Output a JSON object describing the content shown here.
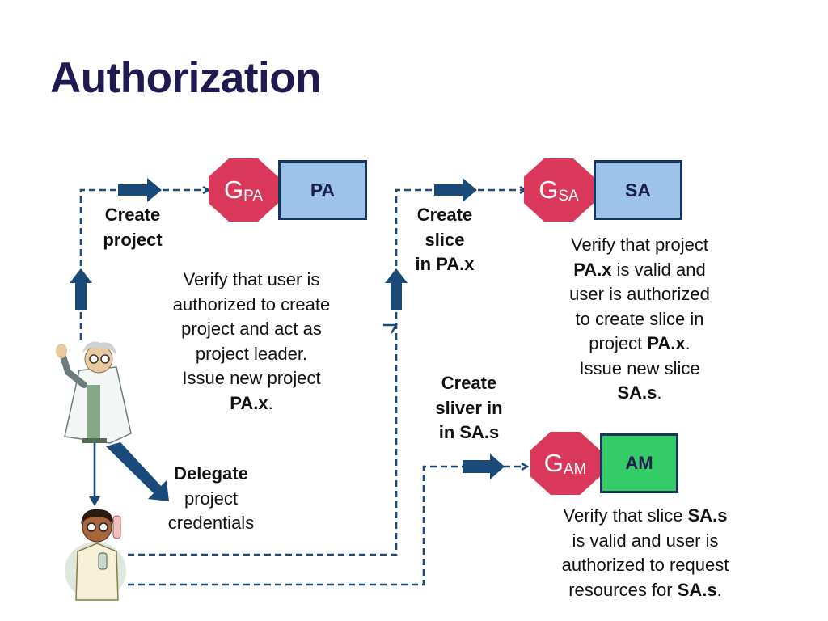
{
  "title": "Authorization",
  "authorities": {
    "pa": {
      "g": "G",
      "sub": "PA",
      "label": "PA",
      "color": "#9dc3ea"
    },
    "sa": {
      "g": "G",
      "sub": "SA",
      "label": "SA",
      "color": "#9dc3ea"
    },
    "am": {
      "g": "G",
      "sub": "AM",
      "label": "AM",
      "color": "#33cc66"
    }
  },
  "actions": {
    "create_project": [
      "Create",
      "project"
    ],
    "create_slice": [
      "Create",
      "slice",
      "in PA.x"
    ],
    "create_sliver": [
      "Create",
      "sliver in",
      "in SA.s"
    ],
    "delegate": {
      "bold": "Delegate",
      "rest": [
        "project",
        "credentials"
      ]
    }
  },
  "notes": {
    "pa": {
      "lines": [
        "Verify that user is",
        "authorized to create",
        "project and act as",
        "project leader.",
        "Issue new project"
      ],
      "last_bold": "PA.x",
      "last_tail": "."
    },
    "sa": {
      "l1": "Verify that project",
      "l2_bold": "PA.x",
      "l2_tail": " is valid and",
      "l3": "user is authorized",
      "l4": "to create slice in",
      "l5_pre": "project ",
      "l5_bold": "PA.x",
      "l5_tail": ".",
      "l6": "Issue new slice",
      "l7_bold": "SA.s",
      "l7_tail": "."
    },
    "am": {
      "l1_pre": "Verify that slice ",
      "l1_bold": "SA.s",
      "l2": "is valid and user is",
      "l3": "authorized to request",
      "l4_pre": "resources for ",
      "l4_bold": "SA.s",
      "l4_tail": "."
    }
  },
  "colors": {
    "arrow": "#1a4a7a",
    "title": "#1f1a4f",
    "octagon": "#d9385a"
  },
  "icons": [
    "professor-figure",
    "student-figure"
  ]
}
